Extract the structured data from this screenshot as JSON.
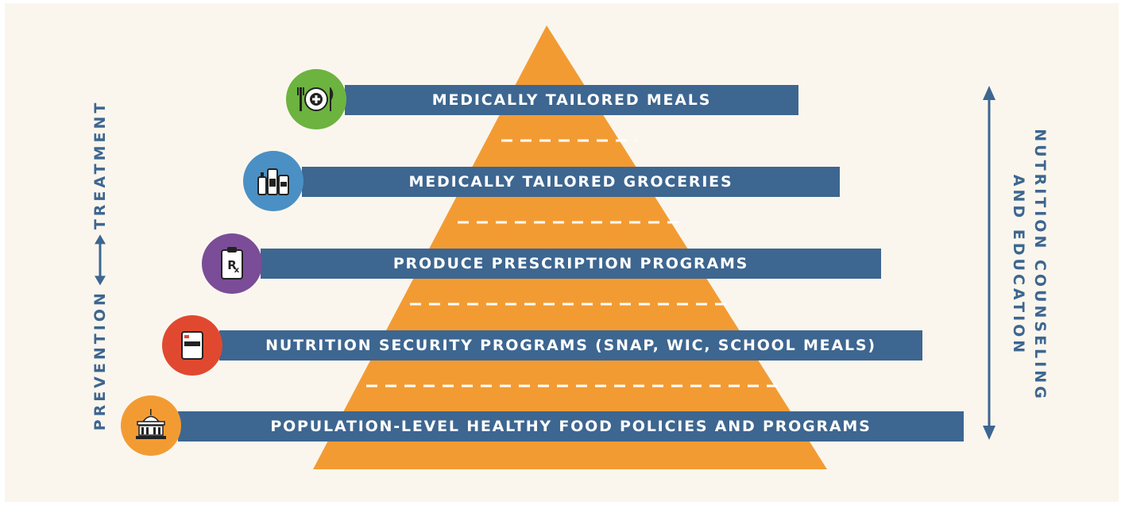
{
  "tiers": [
    {
      "label": "MEDICALLY TAILORED MEALS",
      "icon": "plate-cutlery-icon",
      "color": "#6db33f"
    },
    {
      "label": "MEDICALLY TAILORED GROCERIES",
      "icon": "grocery-bottles-icon",
      "color": "#4a90c4"
    },
    {
      "label": "PRODUCE PRESCRIPTION PROGRAMS",
      "icon": "prescription-clipboard-icon",
      "color": "#7b4c97"
    },
    {
      "label": "NUTRITION SECURITY PROGRAMS (SNAP, WIC, SCHOOL MEALS)",
      "icon": "card-icon",
      "color": "#e0492f"
    },
    {
      "label": "POPULATION-LEVEL HEALTHY FOOD POLICIES AND PROGRAMS",
      "icon": "government-building-icon",
      "color": "#f39b33"
    }
  ],
  "left_axis": {
    "start": "PREVENTION",
    "end": "TREATMENT"
  },
  "right_axis": {
    "line1": "NUTRITION COUNSELING",
    "line2": "AND EDUCATION"
  },
  "colors": {
    "pyramid": "#f39b33",
    "bar": "#3d6690",
    "background": "#faf6ee",
    "axis": "#3d6690"
  }
}
